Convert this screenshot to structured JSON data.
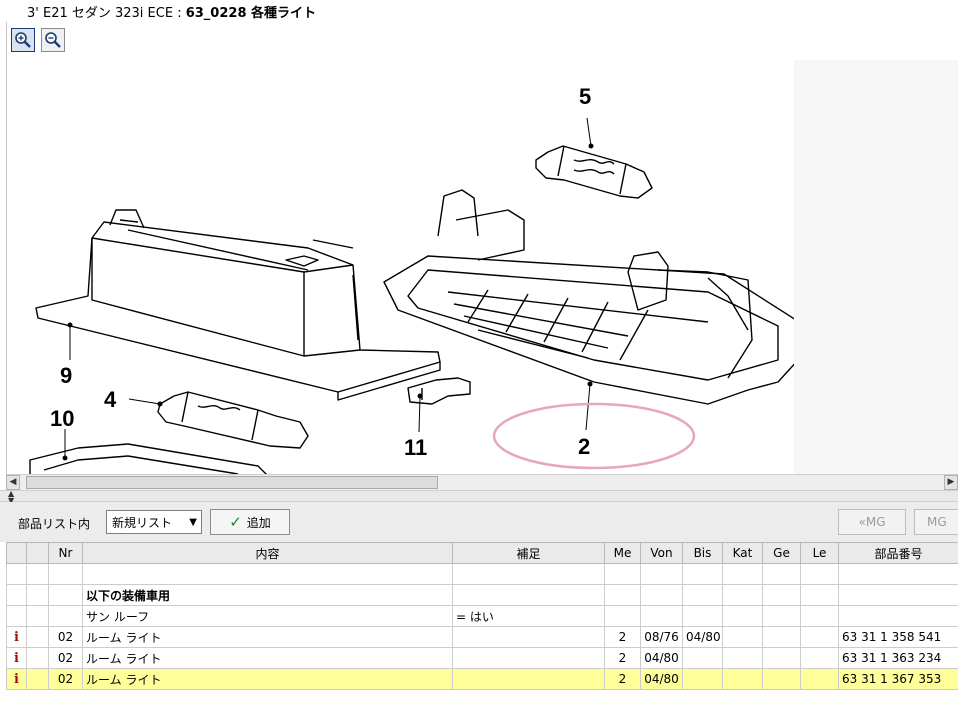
{
  "title": {
    "prefix": "3' E21 セダン 323i ECE : ",
    "bold": "63_0228 各種ライト"
  },
  "zoom": {
    "in_icon": "zoom-in-icon",
    "out_icon": "zoom-out-icon"
  },
  "diagram": {
    "callouts": [
      "5",
      "9",
      "4",
      "10",
      "11",
      "2"
    ]
  },
  "toolbar": {
    "parts_list_label": "部品リスト内",
    "list_select_value": "新規リスト",
    "add_label": "追加",
    "mg_prev_label": "«MG",
    "mg_next_label": "MG"
  },
  "table": {
    "headers": [
      "",
      "",
      "Nr",
      "内容",
      "補足",
      "Me",
      "Von",
      "Bis",
      "Kat",
      "Ge",
      "Le",
      "部品番号"
    ],
    "rows": [
      {
        "info": "",
        "nr": "",
        "content": "以下の装備車用",
        "note": "",
        "me": "",
        "von": "",
        "bis": "",
        "kat": "",
        "ge": "",
        "le": "",
        "part": ""
      },
      {
        "info": "",
        "nr": "",
        "content": "サン ルーフ",
        "note": "= はい",
        "me": "",
        "von": "",
        "bis": "",
        "kat": "",
        "ge": "",
        "le": "",
        "part": ""
      },
      {
        "info": "i",
        "nr": "02",
        "content": "ルーム ライト",
        "note": "",
        "me": "2",
        "von": "08/76",
        "bis": "04/80",
        "kat": "",
        "ge": "",
        "le": "",
        "part": "63 31 1 358 541"
      },
      {
        "info": "i",
        "nr": "02",
        "content": "ルーム ライト",
        "note": "",
        "me": "2",
        "von": "04/80",
        "bis": "",
        "kat": "",
        "ge": "",
        "le": "",
        "part": "63 31 1 363 234"
      },
      {
        "info": "i",
        "nr": "02",
        "content": "ルーム ライト",
        "note": "",
        "me": "2",
        "von": "04/80",
        "bis": "",
        "kat": "",
        "ge": "",
        "le": "",
        "part": "63 31 1 367 353"
      }
    ]
  }
}
